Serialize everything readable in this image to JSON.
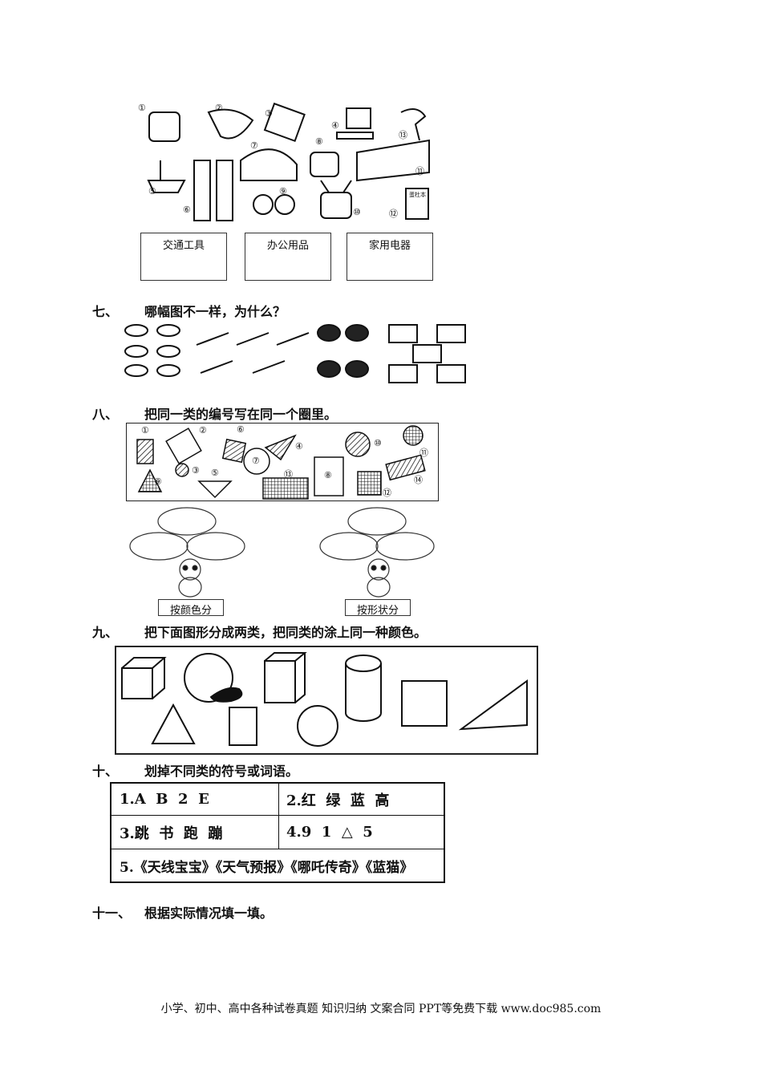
{
  "section6": {
    "item_numbers": [
      "①",
      "②",
      "③",
      "④",
      "⑤",
      "⑥",
      "⑦",
      "⑧",
      "⑨",
      "⑩",
      "⑪",
      "⑫",
      "⑬"
    ],
    "notebook_text": "蛋杜本",
    "categories": [
      "交通工具",
      "办公用品",
      "家用电器"
    ]
  },
  "section7": {
    "num": "七、",
    "text": "哪幅图不一样，为什么？"
  },
  "section8": {
    "num": "八、",
    "text": "把同一类的编号写在同一个圈里。",
    "shape_numbers": [
      "①",
      "②",
      "③",
      "④",
      "⑤",
      "⑥",
      "⑦",
      "⑧",
      "⑨",
      "⑩",
      "⑪",
      "⑫",
      "⑬",
      "⑭"
    ],
    "labels": [
      "按颜色分",
      "按形状分"
    ]
  },
  "section9": {
    "num": "九、",
    "text": "把下面图形分成两类，把同类的涂上同一种颜色。"
  },
  "section10": {
    "num": "十、",
    "text": "划掉不同类的符号或词语。",
    "cells": [
      "1.A  B  2  E",
      "2.红  绿  蓝  高",
      "3.跳  书  跑  蹦",
      "4.9  1  △  5",
      "5.《天线宝宝》《天气预报》《哪吒传奇》《蓝猫》"
    ]
  },
  "section11": {
    "num": "十一、",
    "text": "根据实际情况填一填。"
  },
  "footer": "小学、初中、高中各种试卷真题 知识归纳 文案合同 PPT等免费下载   www.doc985.com"
}
